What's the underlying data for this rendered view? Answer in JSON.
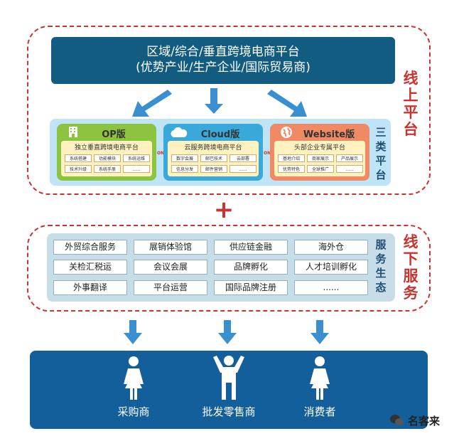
{
  "online": {
    "title_line1": "区域/综合/垂直跨境电商平台",
    "title_line2": "(优势产业/生产企业/国际贸易商)",
    "side_label": "线上平台",
    "platforms_label": "三类平台",
    "platforms": [
      {
        "name": "OP版",
        "subtitle": "独立垂直跨境电商平台",
        "color": "#8cc43f",
        "inner": "#fff2c0",
        "chips": [
          "系统搭建",
          "功能模块",
          "系统运维",
          "技术升级",
          "系统手册",
          "......"
        ]
      },
      {
        "name": "Cloud版",
        "subtitle": "云服务跨境电商平台",
        "color": "#39a9d9",
        "inner": "#fff2c0",
        "chips": [
          "数字会展",
          "邮巴技术",
          "云部署",
          "信息分发",
          "邮件营销",
          "......"
        ]
      },
      {
        "name": "Website版",
        "subtitle": "头部企业专属平台",
        "color": "#ef8a64",
        "inner": "#fff2c0",
        "chips": [
          "基地介绍",
          "商家展示",
          "产品展示",
          "优势特色",
          "全球推广",
          "......"
        ]
      }
    ],
    "connector": "ON"
  },
  "plus": "+",
  "offline": {
    "side_label": "线下服务",
    "ecosystem_label": "服务生态",
    "services": [
      [
        "外贸综合服务",
        "展销体验馆",
        "供应链金融",
        "海外仓"
      ],
      [
        "关检汇税运",
        "会议会展",
        "品牌孵化",
        "人才培训孵化"
      ],
      [
        "外事翻译",
        "平台运营",
        "国际品牌注册",
        "......"
      ]
    ]
  },
  "customers": [
    {
      "label": "采购商",
      "icon": "female-person-icon"
    },
    {
      "label": "批发零售商",
      "icon": "person-arms-up-icon"
    },
    {
      "label": "消费者",
      "icon": "female-person-icon"
    }
  ],
  "watermark": "名客来",
  "colors": {
    "dashed": "#c8342f",
    "banner": "#125c82",
    "bottom": "#125f9c",
    "arrow": "#3a8fd0"
  }
}
